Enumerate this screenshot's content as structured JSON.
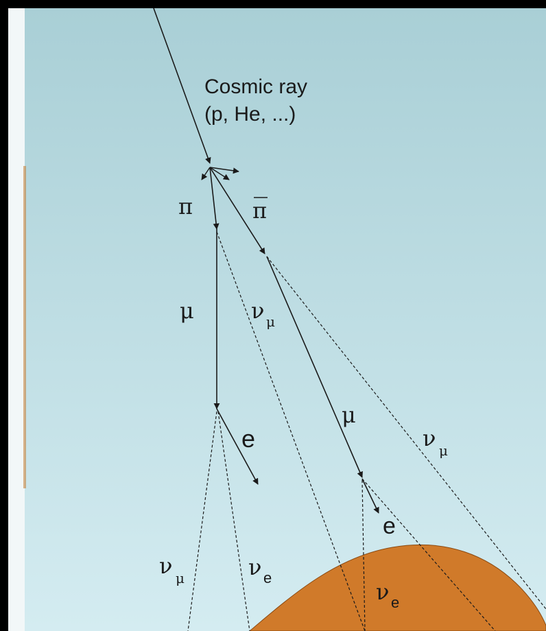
{
  "diagram": {
    "cosmic_ray_label": "Cosmic ray",
    "cosmic_ray_sub": "(p, He, ...)",
    "pion_left": "π",
    "pion_right": "π",
    "muon_left": "μ",
    "muon_right": "μ",
    "numu_upper": "ν",
    "numu_upper_sub": "μ",
    "numu_right": "ν",
    "numu_right_sub": "μ",
    "electron_left": "e",
    "electron_right": "e",
    "numu_lower": "ν",
    "numu_lower_sub": "μ",
    "nue_left": "ν",
    "nue_left_sub": "e",
    "nue_right": "ν",
    "nue_right_sub": "e"
  },
  "colors": {
    "sky_top": "#a9cfd6",
    "sky_bottom": "#d4ecf1",
    "earth": "#d07a2a",
    "earth_edge": "#8a4a12",
    "line": "#1a1a1a"
  }
}
